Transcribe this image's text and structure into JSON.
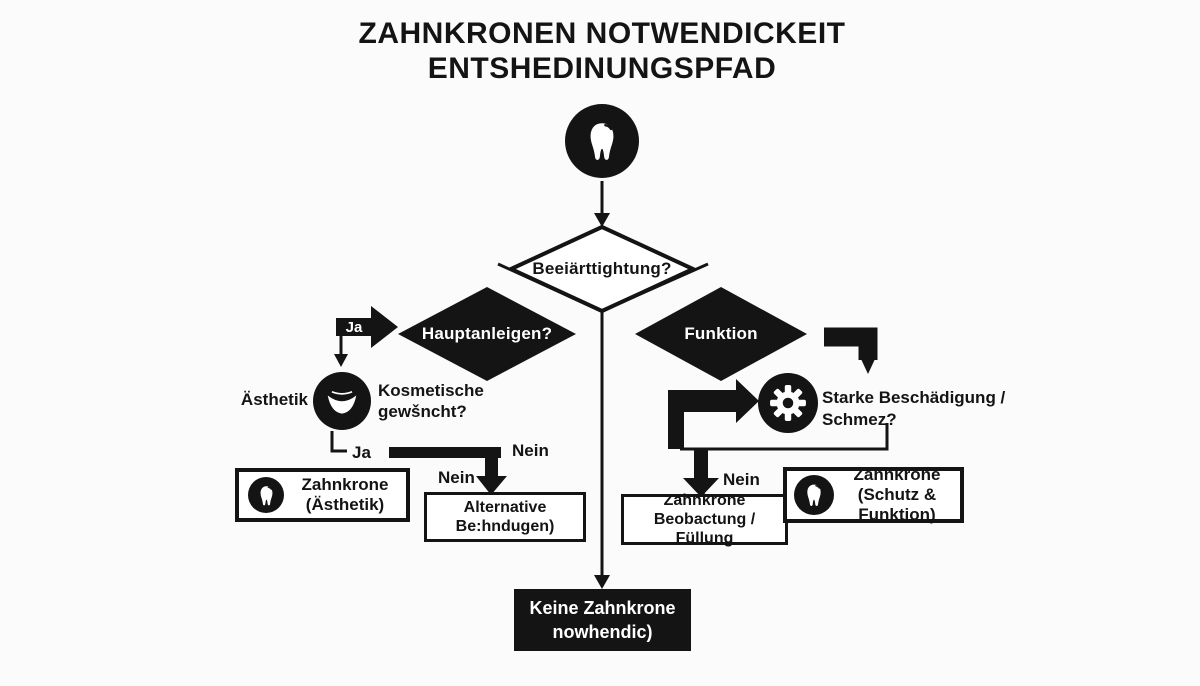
{
  "colors": {
    "ink": "#141414",
    "background": "#fbfbfb",
    "box_fill": "#ffffff",
    "text_on_dark": "#ffffff"
  },
  "title": {
    "line1": "ZAHNKRONEN NOTWENDICKEIT",
    "line2": "ENTSHEDINUNGSPFAD"
  },
  "start": {
    "icon": "tooth-icon"
  },
  "decisions": {
    "root": {
      "label": "Beeiärttightung?"
    },
    "left": {
      "label": "Hauptanleigen?"
    },
    "right": {
      "label": "Funktion"
    }
  },
  "checks": {
    "aesthetic": {
      "side_label": "Ästhetik",
      "icon": "smile-icon",
      "question_line1": "Kosmetische",
      "question_line2": "gewšncht?"
    },
    "function": {
      "icon": "gear-icon",
      "question_line1": "Starke Beschädigung /",
      "question_line2": "Schmez?"
    }
  },
  "edge_labels": {
    "ja_to_hauptanleigen": "Ja",
    "ja_kosmetisch": "Ja",
    "nein_upper": "Nein",
    "nein_alternative": "Nein",
    "nein_beobactung": "Nein"
  },
  "results": {
    "aesthetic": {
      "icon": "tooth-icon",
      "line1": "Zahnkrone",
      "line2": "(Ästhetik)"
    },
    "alternative": {
      "line1": "Alternative",
      "line2": "Be:hndugen)"
    },
    "observe": {
      "line1": "Zahnkrone",
      "line2": "Beobactung / Füllung"
    },
    "protect": {
      "icon": "tooth-icon",
      "line1": "Zahnkrone",
      "line2": "(Schutz & Funktion)"
    },
    "none": {
      "line1": "Keine Zahnkrone",
      "line2": "nowhendic)"
    }
  }
}
